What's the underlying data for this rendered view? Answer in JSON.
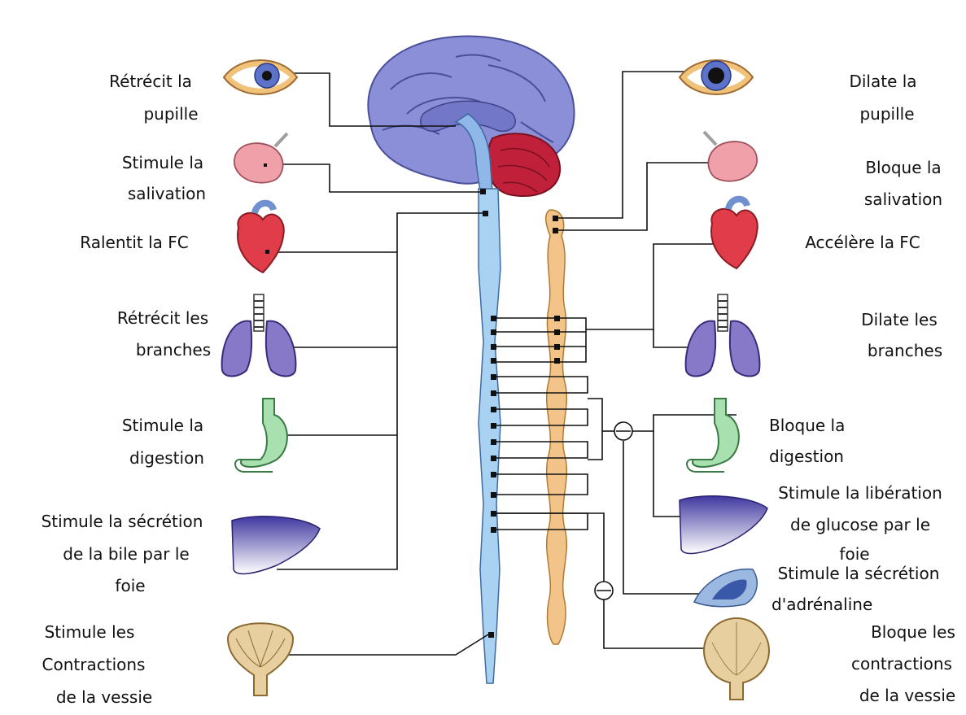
{
  "labels": {
    "left": {
      "pupil": [
        "Rétrécit la",
        "pupille"
      ],
      "saliva": [
        "Stimule la",
        "salivation"
      ],
      "heart": [
        "Ralentit la FC"
      ],
      "lungs": [
        "Rétrécit les",
        "branches"
      ],
      "digest": [
        "Stimule la",
        "digestion"
      ],
      "bile": [
        "Stimule la sécrétion",
        "de la bile par le",
        "foie"
      ],
      "bladder": [
        "Stimule les",
        "Contractions",
        "de la vessie"
      ]
    },
    "right": {
      "pupil": [
        "Dilate la",
        "pupille"
      ],
      "saliva": [
        "Bloque la",
        "salivation"
      ],
      "heart": [
        "Accélère la FC"
      ],
      "lungs": [
        "Dilate les",
        "branches"
      ],
      "digest": [
        "Bloque la",
        "digestion"
      ],
      "glucose": [
        "Stimule la libération",
        "de glucose par le",
        "foie"
      ],
      "adrenaline": [
        "Stimule la sécrétion",
        "d'adrénaline"
      ],
      "bladder": [
        "Bloque les",
        "contractions",
        "de la vessie"
      ]
    }
  },
  "colors": {
    "brain": "#8b8fd8",
    "brain_dark": "#5a5fb0",
    "cerebellum": "#c0203a",
    "spinal_cord": "#a9d1f2",
    "sympathetic_chain": "#f3c48a",
    "eye_skin": "#f0c27a",
    "iris": "#5c73c9",
    "gland": "#f0a0a8",
    "heart": "#e03c4a",
    "lungs": "#8878c8",
    "stomach": "#a8e0b0",
    "liver": "#5048a8",
    "adrenal": "#9ab8e0",
    "bladder": "#e8cfa0",
    "wire": "#111111"
  },
  "icons": [
    "eye-icon",
    "salivary-gland-icon",
    "heart-icon",
    "lungs-icon",
    "stomach-icon",
    "liver-icon",
    "adrenal-gland-icon",
    "bladder-icon",
    "ganglion-icon"
  ]
}
